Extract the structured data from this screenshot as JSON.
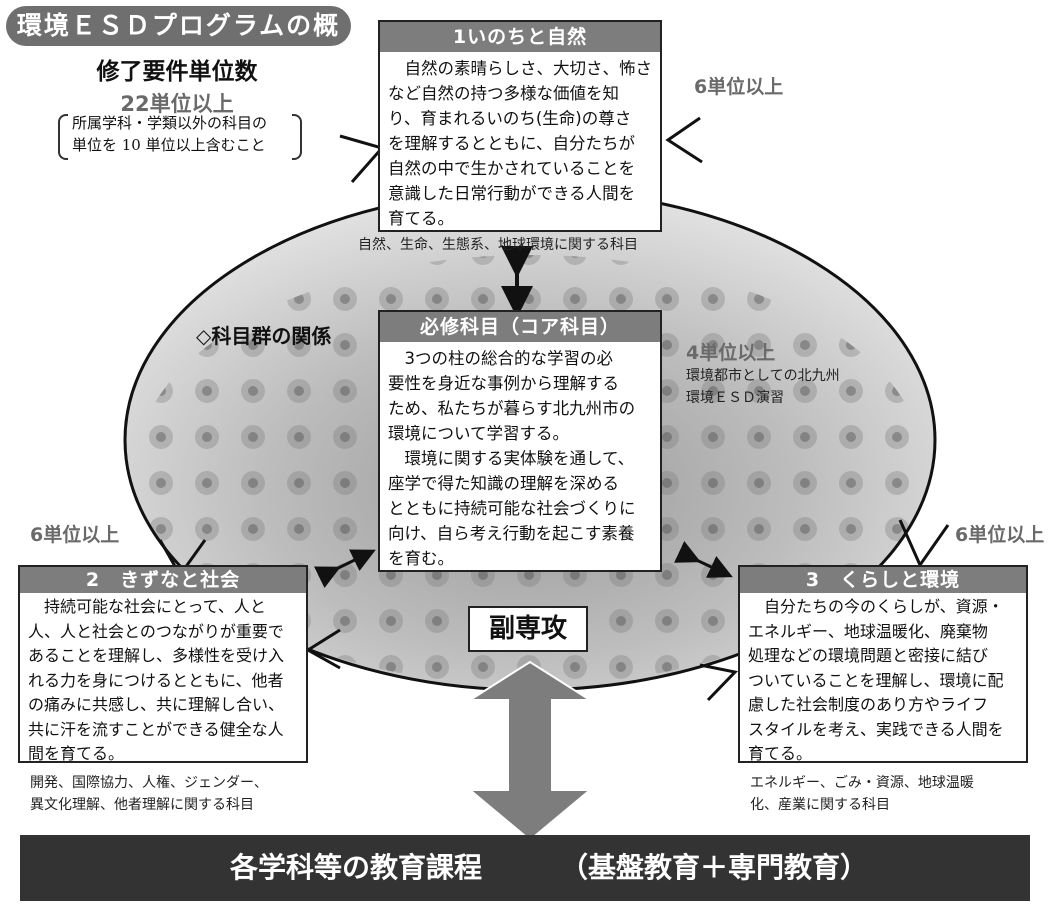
{
  "title": "環境ＥＳＤプログラムの概要",
  "requirements": {
    "title": "修了要件単位数",
    "value": "22単位以上",
    "note_line1": "所属学科・学類以外の科目の",
    "note_line2": "単位を 10 単位以上含むこと"
  },
  "relation_title": "◇科目群の関係",
  "box1": {
    "header": "1いのちと自然",
    "lines": [
      "　自然の素晴らしさ、大切さ、怖さ",
      "など自然の持つ多様な価値を知",
      "り、育まれるいのち(生命)の尊さ",
      "を理解するとともに、自分たちが",
      "自然の中で生かされていることを",
      "意識した日常行動ができる人間を",
      "育てる。"
    ],
    "units": "6単位以上",
    "caption": "自然、生命、生態系、地球環境に関する科目"
  },
  "core": {
    "header": "必修科目（コア科目）",
    "lines": [
      "　3つの柱の総合的な学習の必",
      "要性を身近な事例から理解する",
      "ため、私たちが暮らす北九州市の",
      "環境について学習する。",
      "　環境に関する実体験を通して、",
      "座学で得た知識の理解を深める",
      "とともに持続可能な社会づくりに",
      "向け、自ら考え行動を起こす素養",
      "を育む。"
    ],
    "units": "4単位以上",
    "caption_line1": "環境都市としての北九州",
    "caption_line2": "環境ＥＳＤ演習"
  },
  "box2": {
    "header": "2　きずなと社会",
    "lines": [
      "　持続可能な社会にとって、人と",
      "人、人と社会とのつながりが重要で",
      "あることを理解し、多様性を受け入",
      "れる力を身につけるとともに、他者",
      "の痛みに共感し、共に理解し合い、",
      "共に汗を流すことができる健全な人",
      "間を育てる。"
    ],
    "units": "6単位以上",
    "caption_line1": "開発、国際協力、人権、ジェンダー、",
    "caption_line2": "異文化理解、他者理解に関する科目"
  },
  "box3": {
    "header": "3　くらしと環境",
    "lines": [
      "　自分たちの今のくらしが、資源・",
      "エネルギー、地球温暖化、廃棄物",
      "処理などの環境問題と密接に結び",
      "ついていることを理解し、環境に配",
      "慮した社会制度のあり方やライフ",
      "スタイルを考え、実践できる人間を",
      "育てる。"
    ],
    "units": "6単位以上",
    "caption_line1": "エネルギー、ごみ・資源、地球温暖",
    "caption_line2": "化、産業に関する科目"
  },
  "sub_major": "副専攻",
  "bottom": {
    "left": "各学科等の教育課程",
    "right": "（基盤教育＋専門教育）"
  }
}
